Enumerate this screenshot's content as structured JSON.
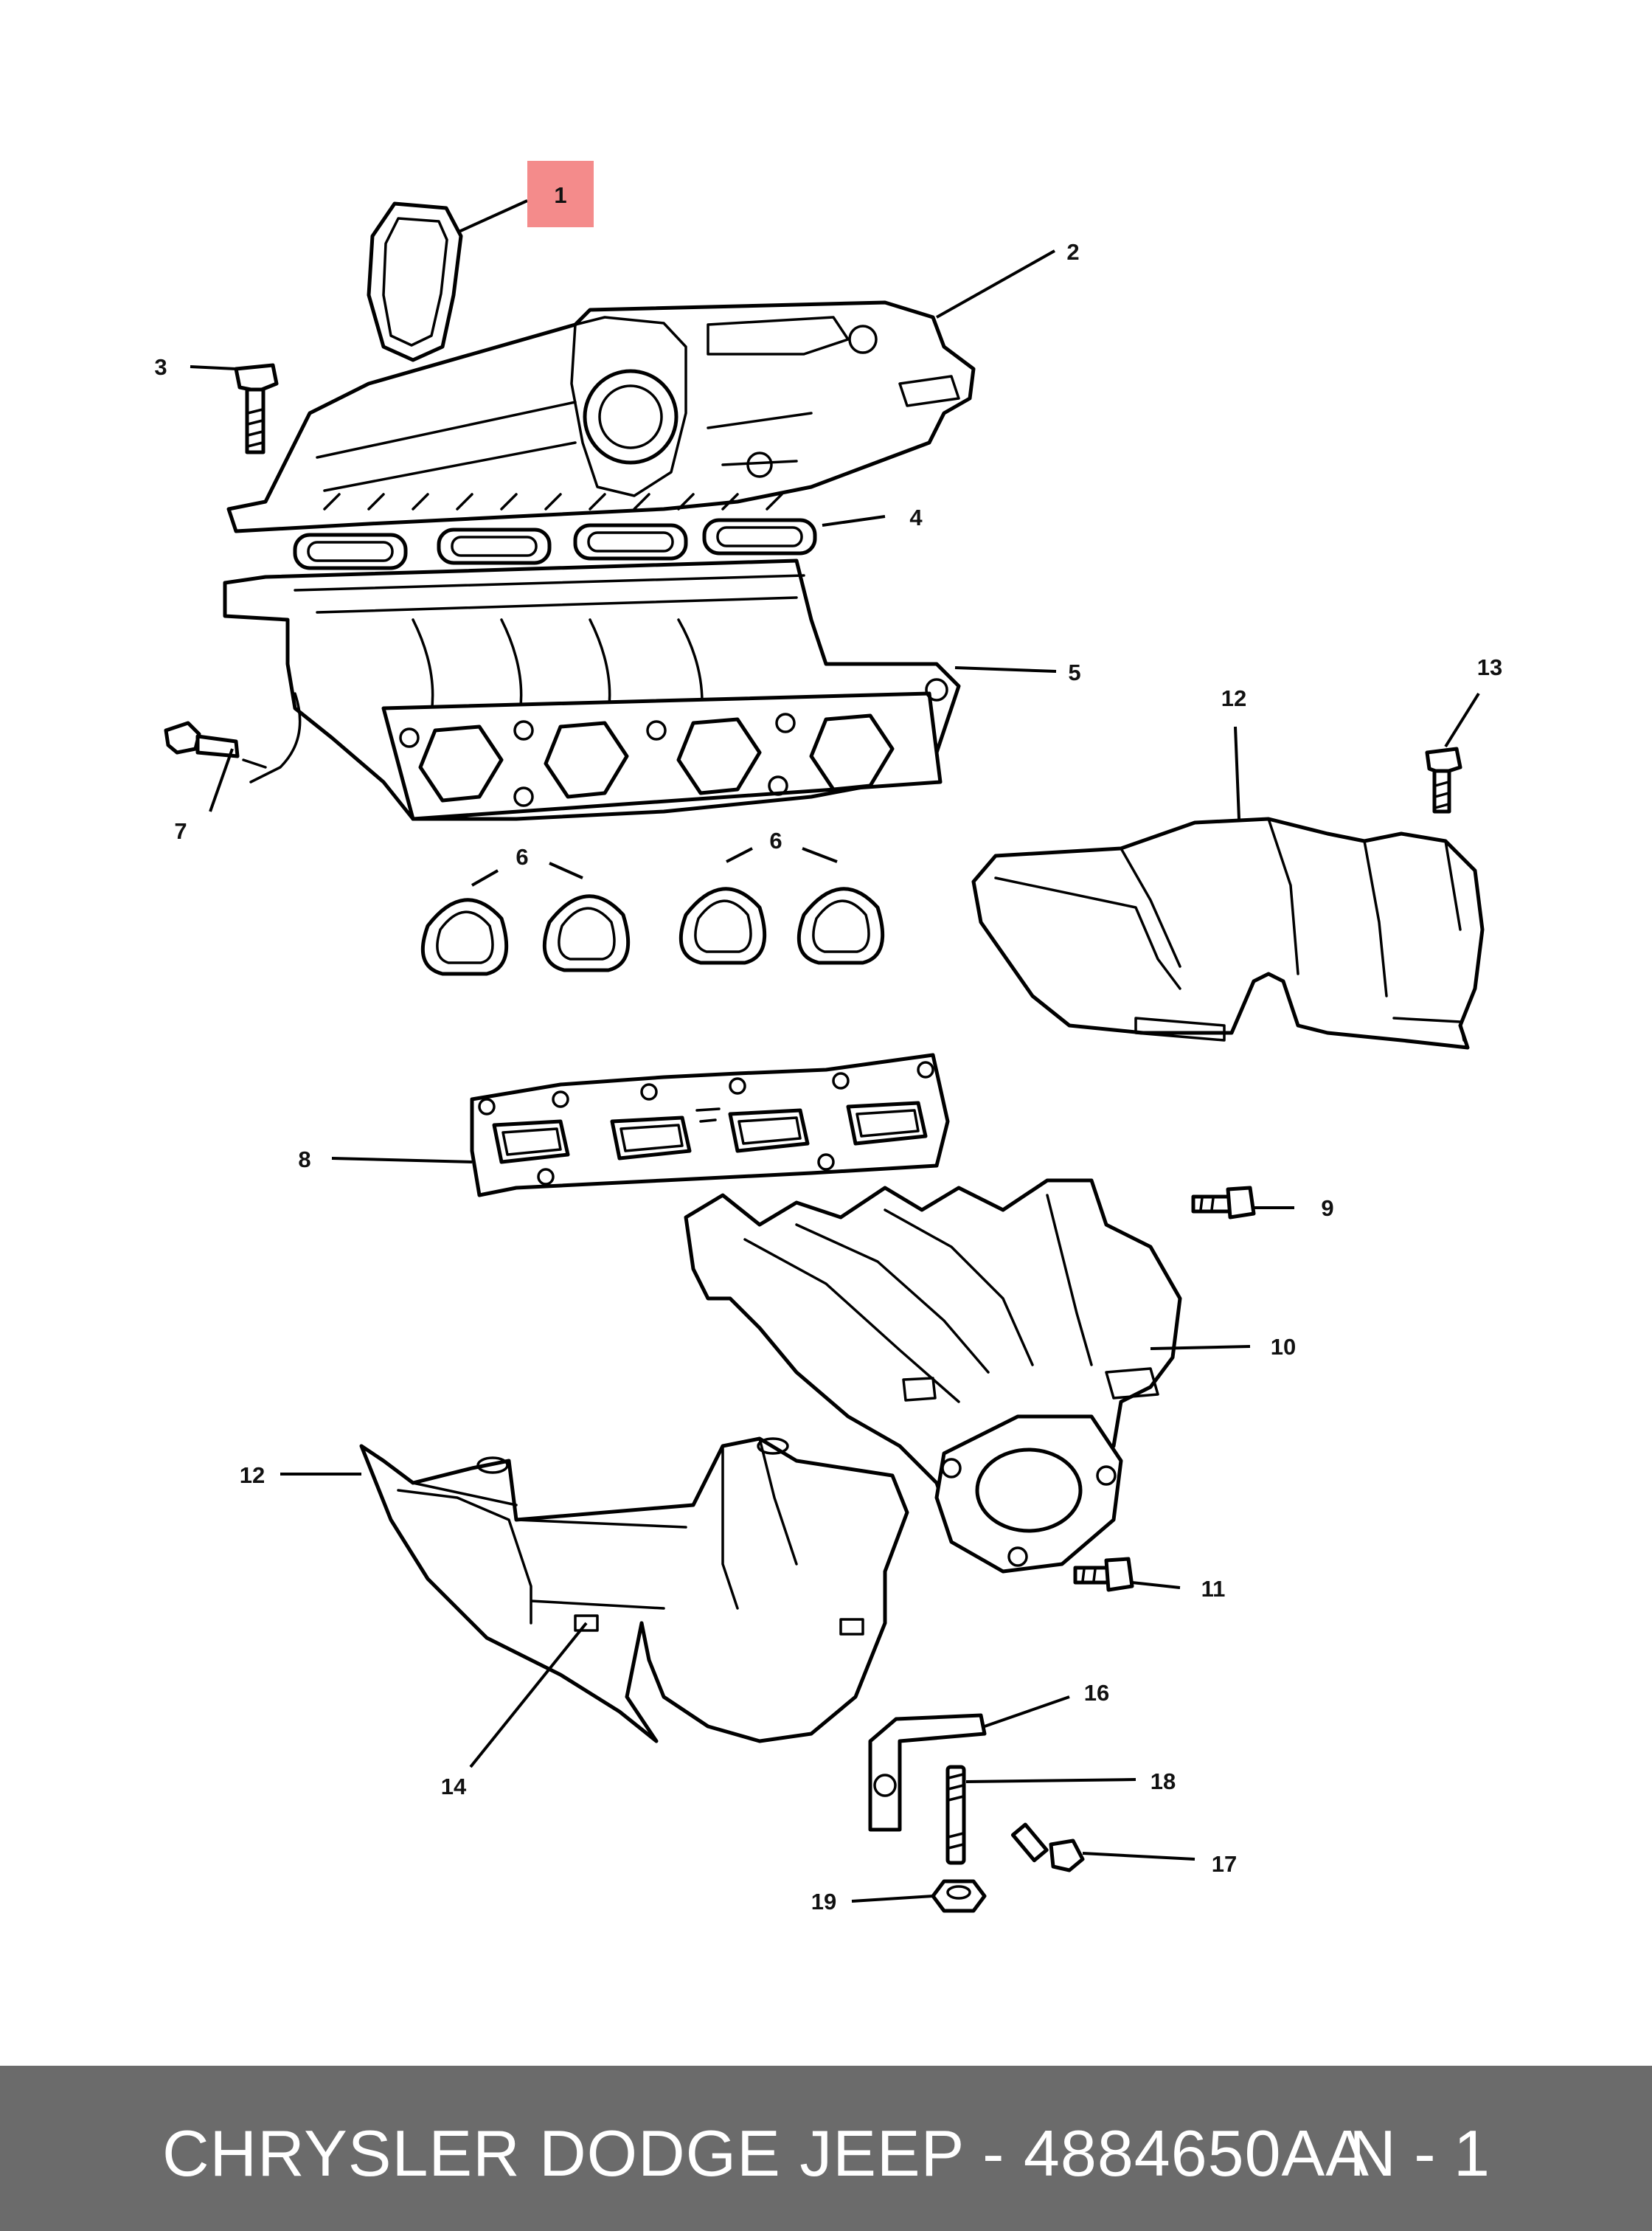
{
  "callouts": {
    "c1": "1",
    "c2": "2",
    "c3": "3",
    "c4": "4",
    "c5": "5",
    "c6a": "6",
    "c6b": "6",
    "c7": "7",
    "c8": "8",
    "c9": "9",
    "c10": "10",
    "c11": "11",
    "c12a": "12",
    "c12b": "12",
    "c13": "13",
    "c14": "14",
    "c16": "16",
    "c17": "17",
    "c18": "18",
    "c19": "19"
  },
  "highlight": {
    "callout": "1",
    "color": "#f48b8b"
  },
  "footer": {
    "title": "CHRYSLER DODGE JEEP - 4884650AA",
    "page": "N - 1",
    "background": "#6b6b6b"
  }
}
